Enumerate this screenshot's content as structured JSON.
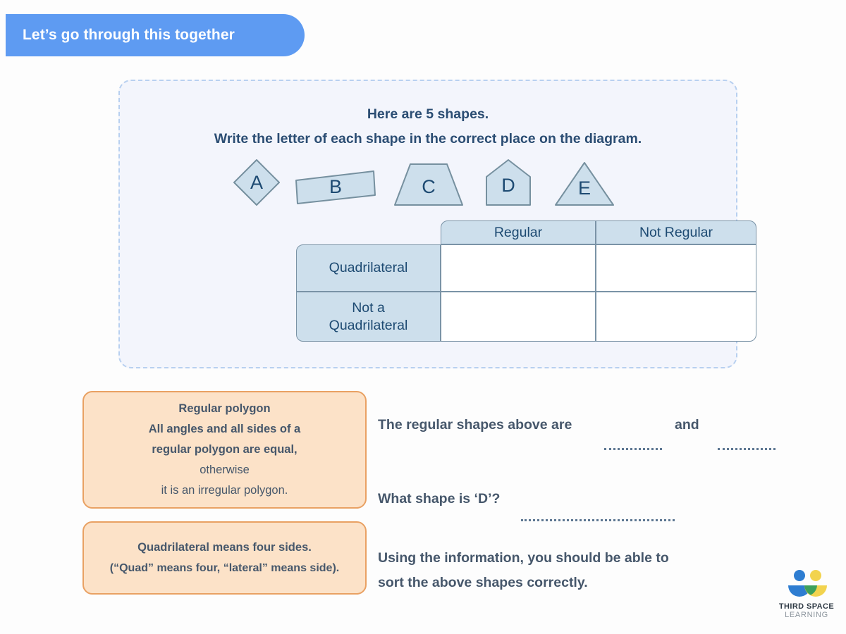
{
  "header": {
    "banner_label": "Let’s go through this together",
    "banner_color": "#5e9bf2"
  },
  "task": {
    "instruction_line1": "Here are 5 shapes.",
    "instruction_line2": "Write the letter of each shape in the correct place on the diagram.",
    "panel_border_color": "#b8d0f0",
    "panel_fill_color": "#f3f5fc"
  },
  "shapes": {
    "fill_color": "#cddfec",
    "stroke_color": "#76909f",
    "items": [
      {
        "letter": "A",
        "name": "diamond"
      },
      {
        "letter": "B",
        "name": "rectangle-tilted"
      },
      {
        "letter": "C",
        "name": "trapezoid"
      },
      {
        "letter": "D",
        "name": "pentagon"
      },
      {
        "letter": "E",
        "name": "triangle"
      }
    ]
  },
  "table": {
    "column_headers": [
      "Regular",
      "Not Regular"
    ],
    "row_labels": [
      "Quadrilateral",
      "Not a Quadrilateral"
    ],
    "row_label_notquad_line1": "Not a",
    "row_label_notquad_line2": "Quadrilateral",
    "cells": [
      [
        "",
        ""
      ],
      [
        "",
        ""
      ]
    ],
    "header_fill": "#cddfec",
    "border_color": "#7a93a6"
  },
  "info_boxes": {
    "fill_color": "#fce2c8",
    "border_color": "#e9a163",
    "regular_polygon": {
      "line1": "Regular polygon",
      "line2": "All angles and all sides of a",
      "line3": "regular polygon are equal,",
      "line4": "otherwise",
      "line5": "it is an irregular polygon."
    },
    "quadrilateral": {
      "line1": "Quadrilateral means four sides.",
      "line2": "(“Quad” means four, “lateral” means side)."
    }
  },
  "questions": {
    "q1_prefix": "The regular shapes above are",
    "q1_joiner": "and",
    "q2": "What shape is ‘D’?",
    "q3_line1": "Using the information, you should be able to",
    "q3_line2": "sort the above shapes correctly.",
    "answer_blank": ""
  },
  "logo": {
    "text_main": "THIRD SPACE",
    "text_sub": "LEARNING",
    "color_blue": "#2e7dd1",
    "color_yellow": "#f2d34e",
    "color_green": "#3da05a"
  }
}
